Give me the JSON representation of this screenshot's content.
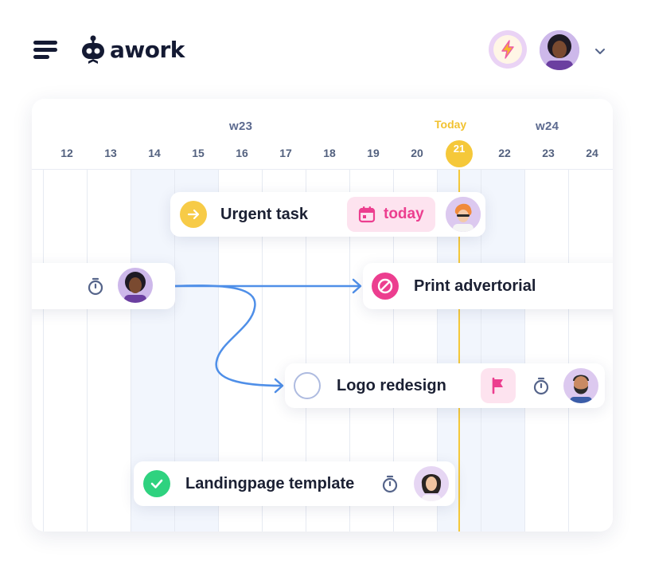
{
  "app": {
    "name": "awork"
  },
  "header": {
    "menu_icon": "hamburger-menu-icon",
    "bolt_icon": "lightning-bolt-icon",
    "user_avatar": "user-avatar",
    "dropdown_icon": "chevron-down-icon"
  },
  "timeline": {
    "weeks": [
      "w23",
      "w24"
    ],
    "days": [
      "12",
      "13",
      "14",
      "15",
      "16",
      "17",
      "18",
      "19",
      "20",
      "21",
      "22",
      "23",
      "24"
    ],
    "today_label": "Today",
    "today_day": "21"
  },
  "tasks": {
    "urgent": {
      "title": "Urgent task",
      "badge": "today",
      "status_icon": "arrow-right-icon"
    },
    "print": {
      "title": "Print advertorial",
      "status_icon": "blocked-icon"
    },
    "logo": {
      "title": "Logo redesign",
      "status_icon": "empty-circle-icon",
      "priority_icon": "flag-icon"
    },
    "landing": {
      "title": "Landingpage template",
      "status_icon": "check-icon"
    }
  },
  "colors": {
    "accent_yellow": "#f5c83a",
    "pink": "#ec3e8f",
    "green": "#2fd27f",
    "blue_arrow": "#4f8fe8",
    "navy": "#141a33"
  }
}
